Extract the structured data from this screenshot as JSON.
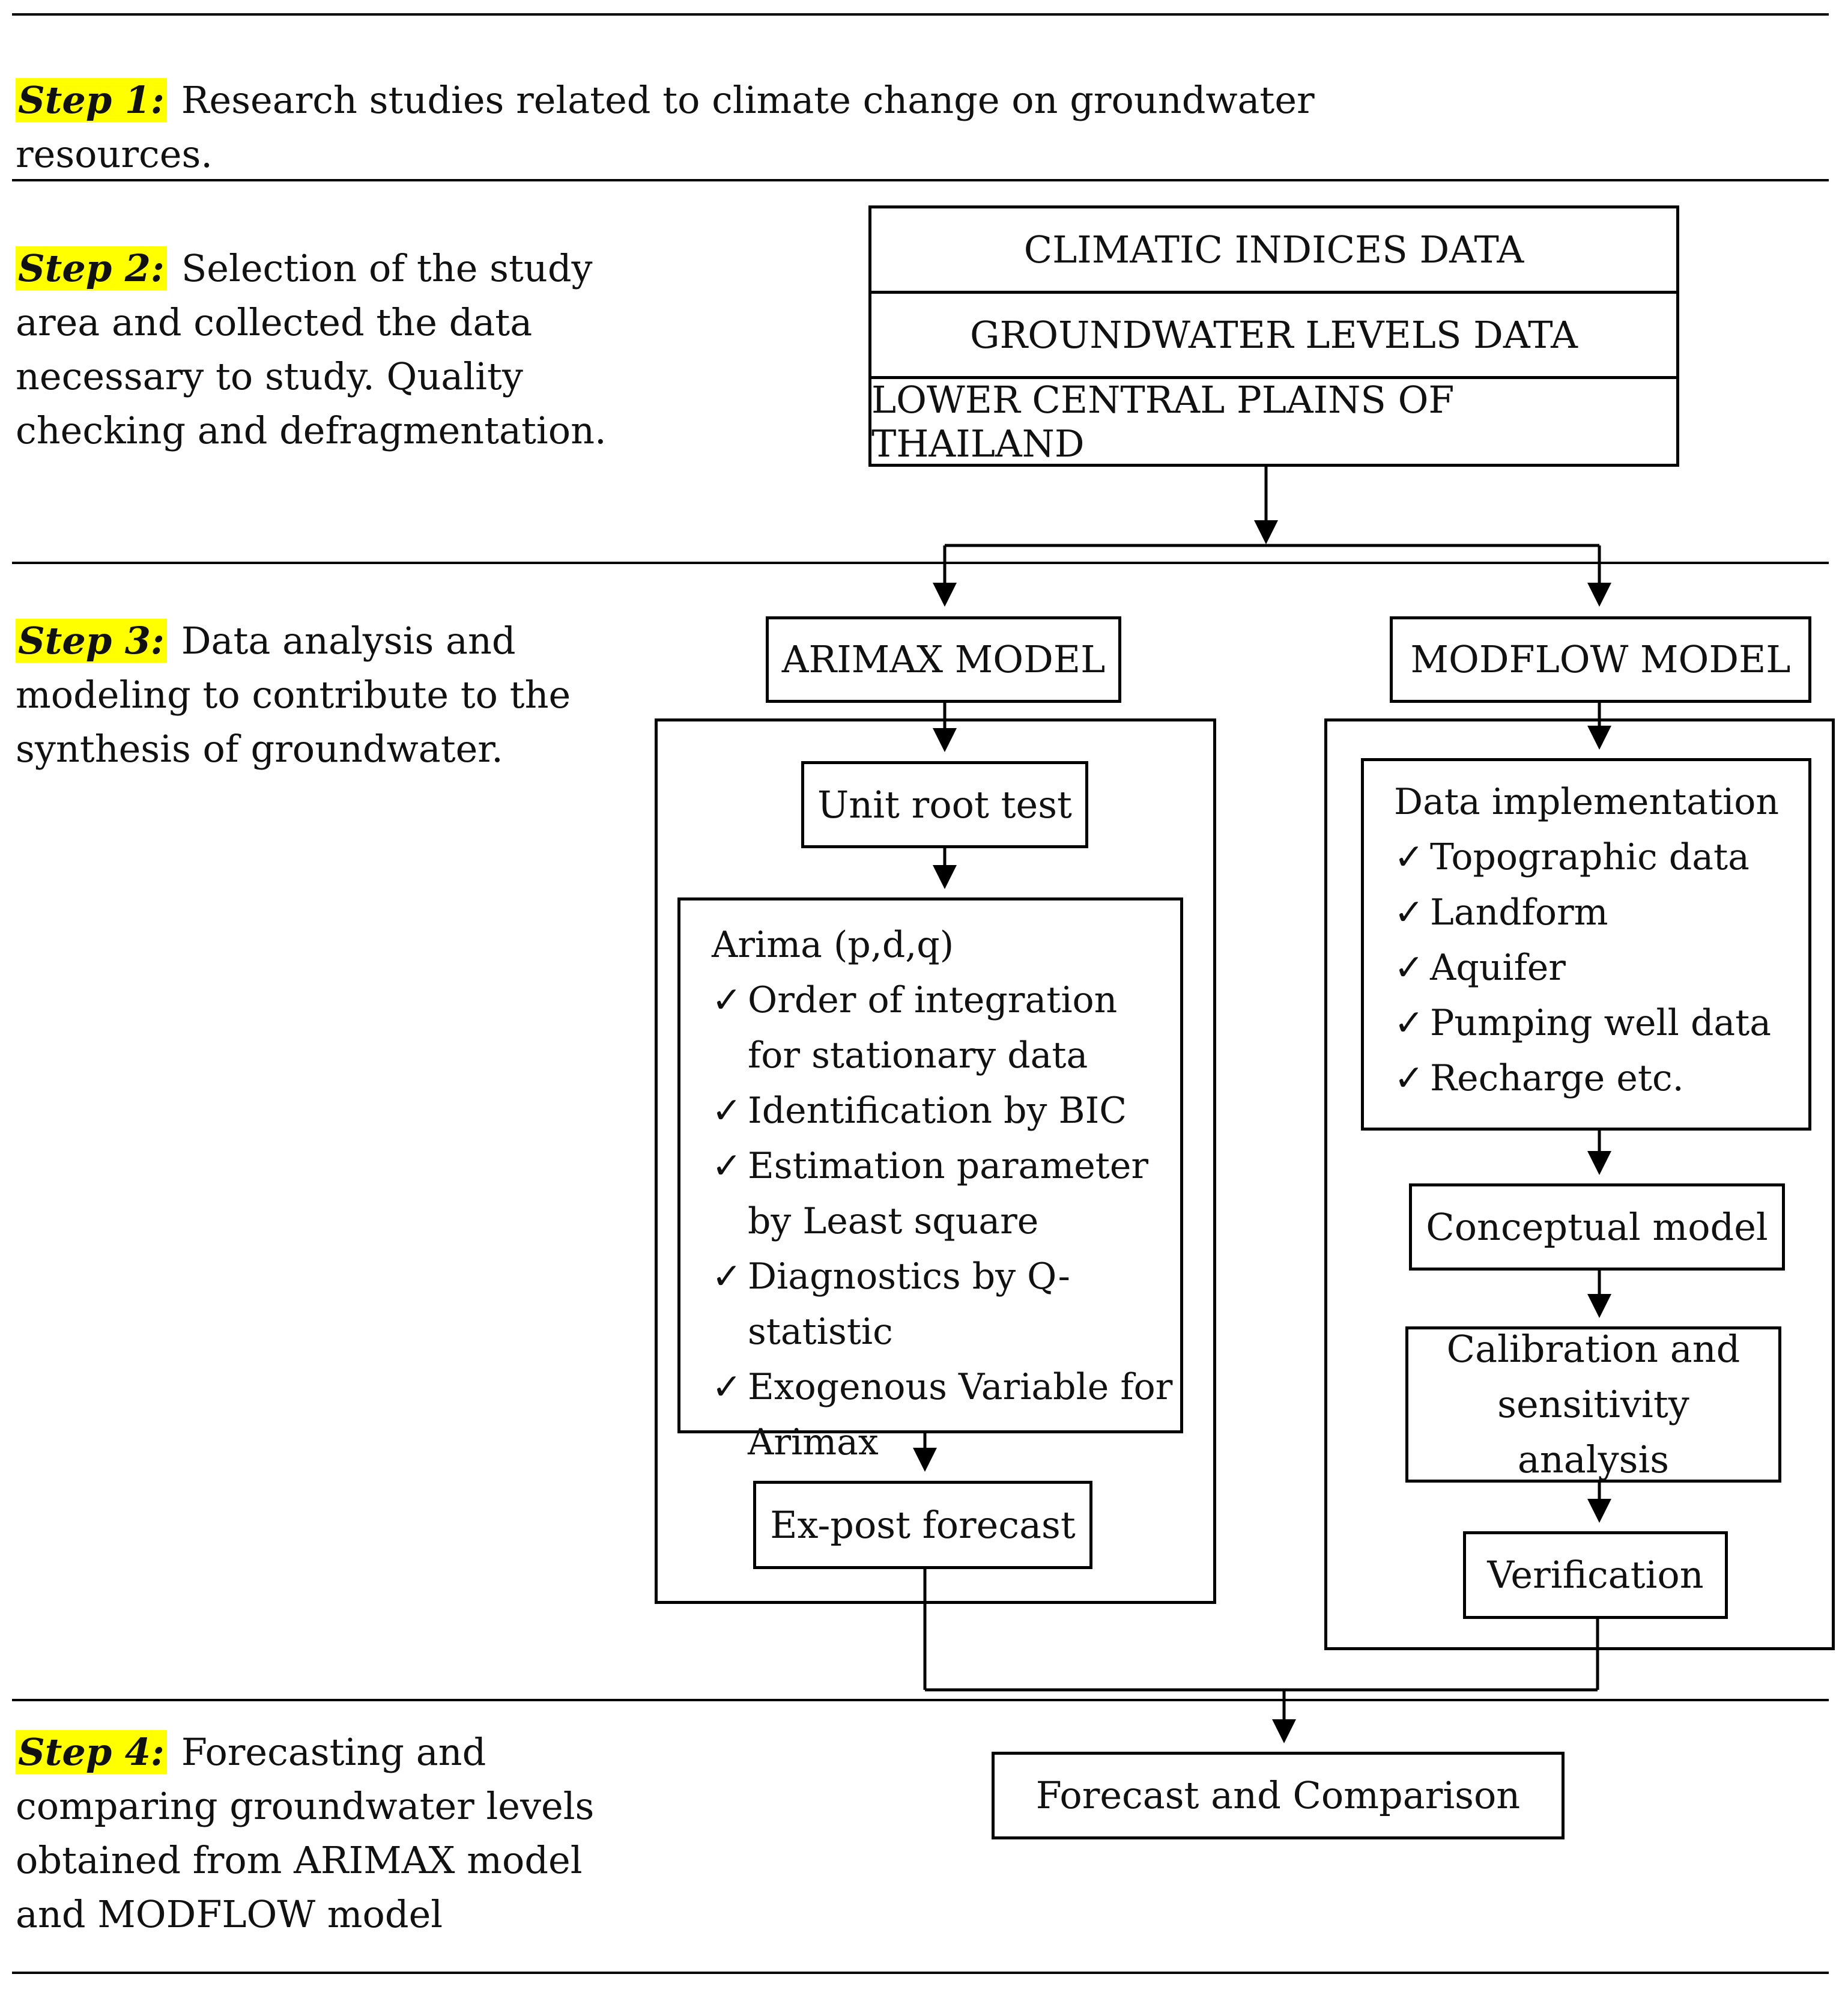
{
  "steps": {
    "step1": {
      "label": "Step 1:",
      "text": "Research studies related to climate change on groundwater resources."
    },
    "step2": {
      "label": "Step 2:",
      "text": "Selection of the study area and collected the data necessary to study. Quality checking and defragmentation."
    },
    "step3": {
      "label": "Step 3:",
      "text": "Data analysis and modeling to contribute to the synthesis of groundwater."
    },
    "step4": {
      "label": "Step 4:",
      "text": "Forecasting and comparing groundwater levels obtained from ARIMAX model and MODFLOW model"
    }
  },
  "data_stack": [
    "CLIMATIC INDICES DATA",
    "GROUNDWATER LEVELS DATA",
    "LOWER CENTRAL PLAINS OF THAILAND"
  ],
  "arimax": {
    "title": "ARIMAX MODEL",
    "unit_root": "Unit root test",
    "arima_head": "Arima  (p,d,q)",
    "items": [
      "Order of  integration  for stationary data",
      "Identification by BIC",
      "Estimation parameter by Least square",
      "Diagnostics by Q-statistic",
      "Exogenous Variable for Arimax"
    ],
    "expost": "Ex-post  forecast"
  },
  "modflow": {
    "title": "MODFLOW MODEL",
    "data_head": "Data implementation",
    "items": [
      "Topographic data",
      "Landform",
      "Aquifer",
      "Pumping well data",
      "Recharge etc."
    ],
    "conceptual": "Conceptual model",
    "calibration": "Calibration and sensitivity analysis",
    "verification": "Verification"
  },
  "final": "Forecast and Comparison",
  "check_glyph": "✓",
  "colors": {
    "highlight": "#ffff00",
    "line": "#000000"
  }
}
